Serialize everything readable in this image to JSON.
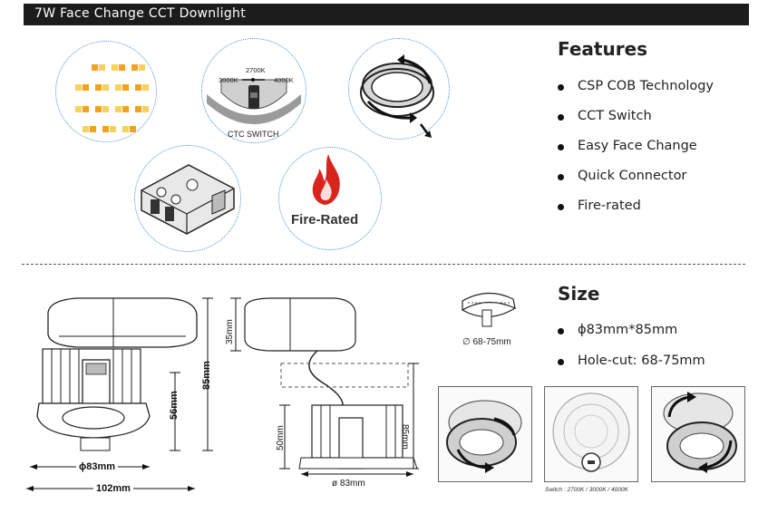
{
  "header": {
    "title": "7W Face Change CCT Downlight"
  },
  "features": {
    "title": "Features",
    "items": [
      "CSP COB  Technology",
      "CCT Switch",
      "Easy Face Change",
      "Quick Connector",
      "Fire-rated"
    ]
  },
  "icons": {
    "cct_switch": {
      "top_label": "2700K",
      "left_label": "3000K",
      "right_label": "4000K",
      "caption": "CTC SWITCH"
    },
    "fire": {
      "label": "Fire-Rated"
    }
  },
  "size": {
    "title": "Size",
    "items": [
      "ϕ83mm*85mm",
      "Hole-cut: 68-75mm"
    ]
  },
  "drawing_left": {
    "height": "85mm",
    "lower_height": "56mm",
    "diameter": "ϕ83mm",
    "width": "102mm"
  },
  "drawing_mid": {
    "top_height": "35mm",
    "body_height": "50mm",
    "total_height": "85mm",
    "diameter": "ø 83mm"
  },
  "hole_cut": {
    "label": "∅ 68-75mm"
  },
  "photos": {
    "switch_caption": "Switch : 2700K / 3000K / 4000K"
  },
  "colors": {
    "header_bg": "#1c1c1c",
    "dotted_circle": "#4a8fd0",
    "fire": "#d9241c",
    "led_orange": "#f2a21b",
    "led_yellow": "#f7d25a"
  }
}
